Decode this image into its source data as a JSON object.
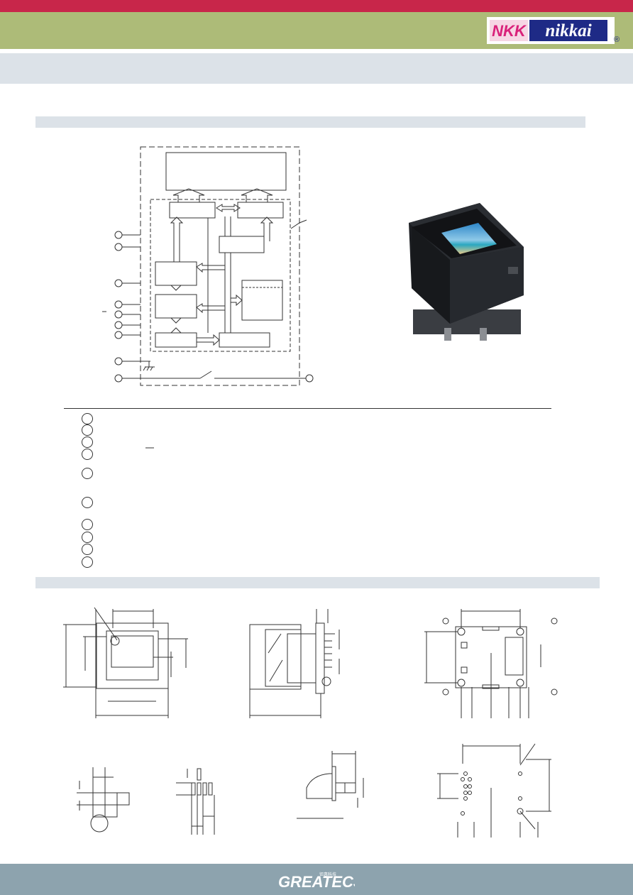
{
  "header": {
    "brand_colors": {
      "stripe": "#c8264a",
      "band": "#adbb78",
      "title_band": "#dce2e8",
      "footer": "#8da3ae"
    },
    "logo": {
      "mark": "NKK",
      "wordmark": "nikkai",
      "registered": "®"
    }
  },
  "footer": {
    "logo": {
      "wordmark": "GREATECS",
      "tagline": "钜惠科技"
    }
  },
  "product_photo": {
    "icon": "illuminated-lcd-switch-photo"
  },
  "pin_list": {
    "count": 10
  }
}
